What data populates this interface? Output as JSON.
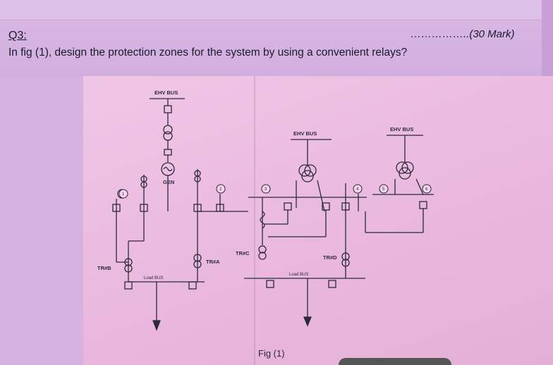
{
  "header": {
    "question_number": "Q3:",
    "marks": "……………..(30 Mark)",
    "question_text": "In fig (1), design the protection zones for the system by using a convenient relays?"
  },
  "diagram": {
    "ehv_bus_left": "EHV BUS",
    "ehv_bus_mid": "EHV BUS",
    "ehv_bus_right": "EHV BUS",
    "gen_label": "GEN",
    "load_bus_left": "Load BUS",
    "load_bus_right": "Load BUS",
    "tr_b": "TR#B",
    "tr_a": "TR#A",
    "tr_c": "TR#C",
    "tr_d": "TR#D",
    "node_1": "1",
    "node_2": "2",
    "node_3": "3",
    "node_4": "4",
    "node_5": "5",
    "node_6": "6",
    "figure_caption": "Fig (1)"
  },
  "colors": {
    "ink": "#2a2a3a",
    "paper": "#ecbde0",
    "page": "#d6b3df"
  }
}
